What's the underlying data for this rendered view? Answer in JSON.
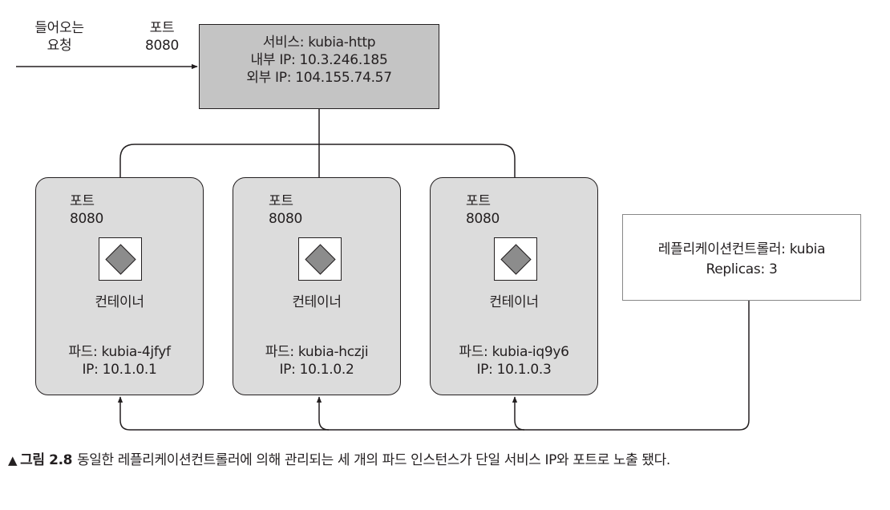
{
  "incoming": {
    "label_line1": "들어오는",
    "label_line2": "요청",
    "port_line1": "포트",
    "port_line2": "8080"
  },
  "service": {
    "name": "서비스: kubia-http",
    "internal_ip": "내부 IP: 10.3.246.185",
    "external_ip": "외부 IP: 104.155.74.57"
  },
  "pods": [
    {
      "port_label": "포트",
      "port_value": "8080",
      "container": "컨테이너",
      "name": "파드: kubia-4jfyf",
      "ip": "IP: 10.1.0.1"
    },
    {
      "port_label": "포트",
      "port_value": "8080",
      "container": "컨테이너",
      "name": "파드: kubia-hczji",
      "ip": "IP: 10.1.0.2"
    },
    {
      "port_label": "포트",
      "port_value": "8080",
      "container": "컨테이너",
      "name": "파드: kubia-iq9y6",
      "ip": "IP: 10.1.0.3"
    }
  ],
  "replication_controller": {
    "name": "레플리케이션컨트롤러: kubia",
    "replicas": "Replicas: 3"
  },
  "caption": {
    "marker": "▲",
    "figure": "그림 2.8",
    "text": "동일한 레플리케이션컨트롤러에 의해 관리되는 세 개의 파드 인스턴스가 단일 서비스 IP와 포트로 노출 됐다."
  },
  "colors": {
    "service_fill": "#c4c4c4",
    "pod_fill": "#dcdcdc",
    "diamond_fill": "#8c8c8c",
    "line": "#231f20"
  }
}
